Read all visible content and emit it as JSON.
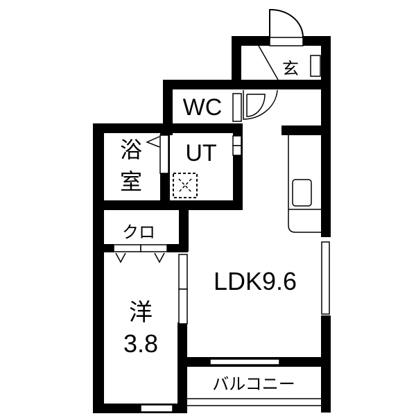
{
  "floor_plan": {
    "rooms": {
      "entrance": {
        "label": "玄"
      },
      "wc": {
        "label": "WC"
      },
      "bath": {
        "label_line1": "浴",
        "label_line2": "室"
      },
      "utility": {
        "label": "UT"
      },
      "closet": {
        "label": "クロ"
      },
      "western_room": {
        "label_line1": "洋",
        "label_line2": "3.8"
      },
      "ldk": {
        "label": "LDK9.6"
      },
      "balcony": {
        "label": "バルコニー"
      }
    },
    "colors": {
      "wall": "#000000",
      "background": "#ffffff"
    }
  }
}
